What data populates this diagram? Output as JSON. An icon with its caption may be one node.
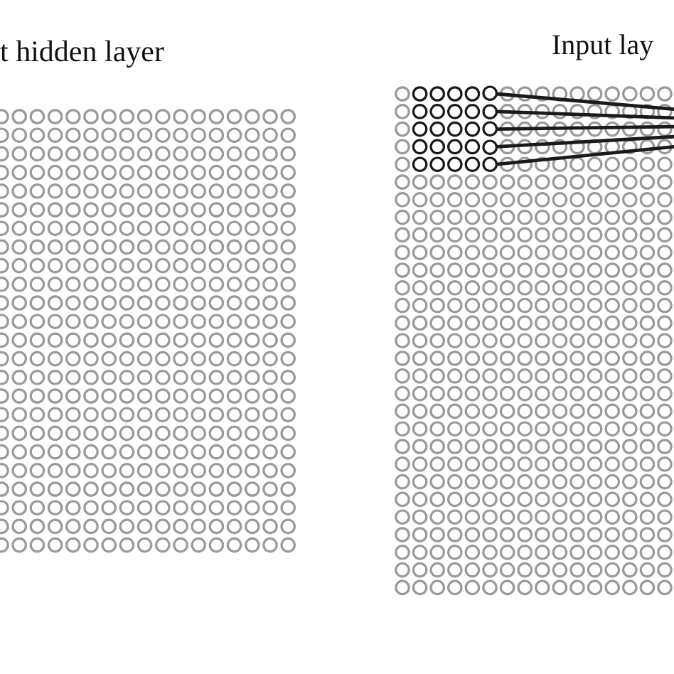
{
  "diagram": {
    "nodes": [
      {
        "text": [],
        "shape": "circle"
      },
      {
        "text": [],
        "shape": "circle"
      },
      {
        "text": [],
        "shape": "circle"
      },
      {
        "text": [],
        "shape": "circle"
      },
      {
        "text": [],
        "shape": "circle"
      }
    ],
    "edges": [
      {
        "from": 0,
        "to": null,
        "arrow": "none"
      },
      {
        "from": 1,
        "to": null,
        "arrow": "none"
      },
      {
        "from": 2,
        "to": null,
        "arrow": "none"
      },
      {
        "from": 3,
        "to": null,
        "arrow": "none"
      },
      {
        "from": 4,
        "to": null,
        "arrow": "none"
      }
    ],
    "labels": [
      "t hidden layer",
      "Input lay"
    ]
  }
}
